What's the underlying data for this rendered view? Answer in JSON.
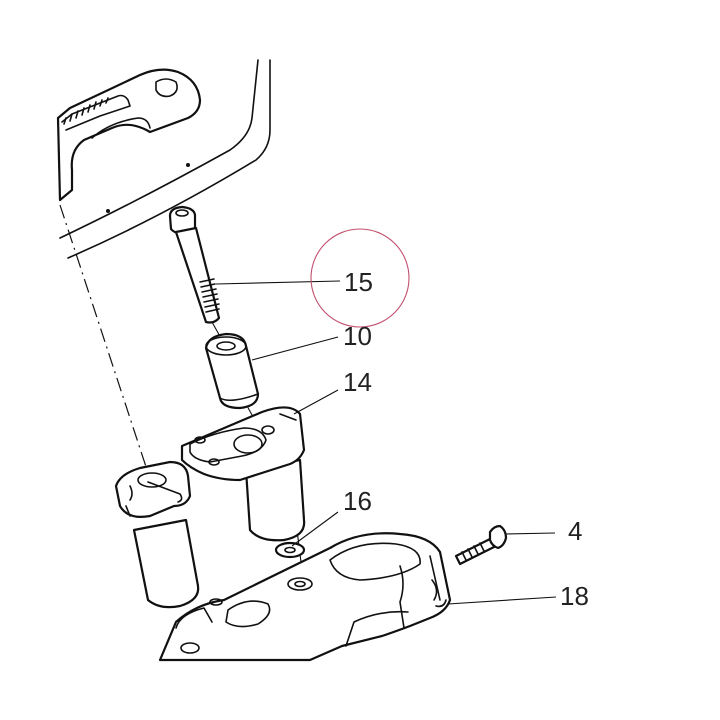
{
  "colors": {
    "line": "#111111",
    "text": "#222222",
    "highlight_ring": "#c0506e",
    "background": "#ffffff"
  },
  "callouts": [
    {
      "id": "15",
      "label": "15",
      "part": "bolt",
      "highlighted": true
    },
    {
      "id": "10",
      "label": "10",
      "part": "spacer-bushing",
      "highlighted": false
    },
    {
      "id": "14",
      "label": "14",
      "part": "upper-clamp",
      "highlighted": false
    },
    {
      "id": "16",
      "label": "16",
      "part": "washer",
      "highlighted": false
    },
    {
      "id": "4",
      "label": "4",
      "part": "pinch-bolt",
      "highlighted": false
    },
    {
      "id": "18",
      "label": "18",
      "part": "lower-yoke",
      "highlighted": false
    }
  ]
}
